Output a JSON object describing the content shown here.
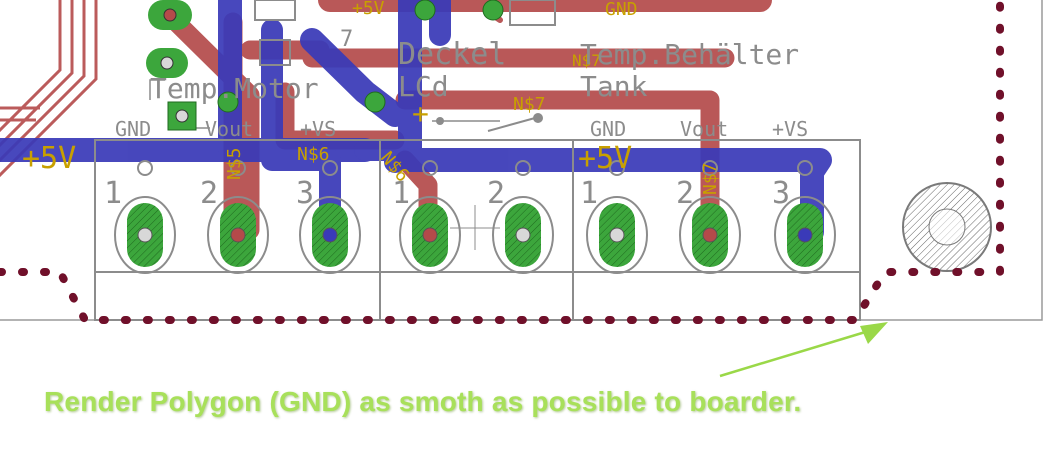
{
  "colors": {
    "top_copper": "#b44a4a",
    "bottom_copper": "#3a3ab8",
    "pad": "#3ca63c",
    "silk": "#8c8c8c",
    "net_label": "#c8a000",
    "polygon_outline": "#70102a",
    "annotation": "#a8e05a"
  },
  "labels": {
    "gnd_top": "GND",
    "n87_top": "N$7",
    "deckel": "Deckel",
    "lid_short": "LCd",
    "temp_behaelter": "Temp.Behälter",
    "tank": "Tank",
    "temp_motor": "Temp.Motor",
    "n87_mid": "N$7",
    "p5v_top": "+5V",
    "gnd_1": "GND",
    "vout_1": "Vout",
    "vs_1": "+VS",
    "gnd_2": "GND",
    "vout_2": "Vout",
    "vs_2": "+VS",
    "p5v_left": "+5V",
    "p5v_right": "+5V",
    "n86_top": "N$6",
    "n85": "N$5",
    "n86_diag": "N$6",
    "n87_vert": "N$7",
    "frag_7": "7",
    "plus_sign": "+",
    "pin_1a": "1",
    "pin_2a": "2",
    "pin_3a": "3",
    "pin_1b": "1",
    "pin_2b": "2",
    "pin_1c": "1",
    "pin_2c": "2",
    "pin_3c": "3"
  },
  "annotation": {
    "text": "Render Polygon (GND) as smoth as possible to boarder."
  }
}
